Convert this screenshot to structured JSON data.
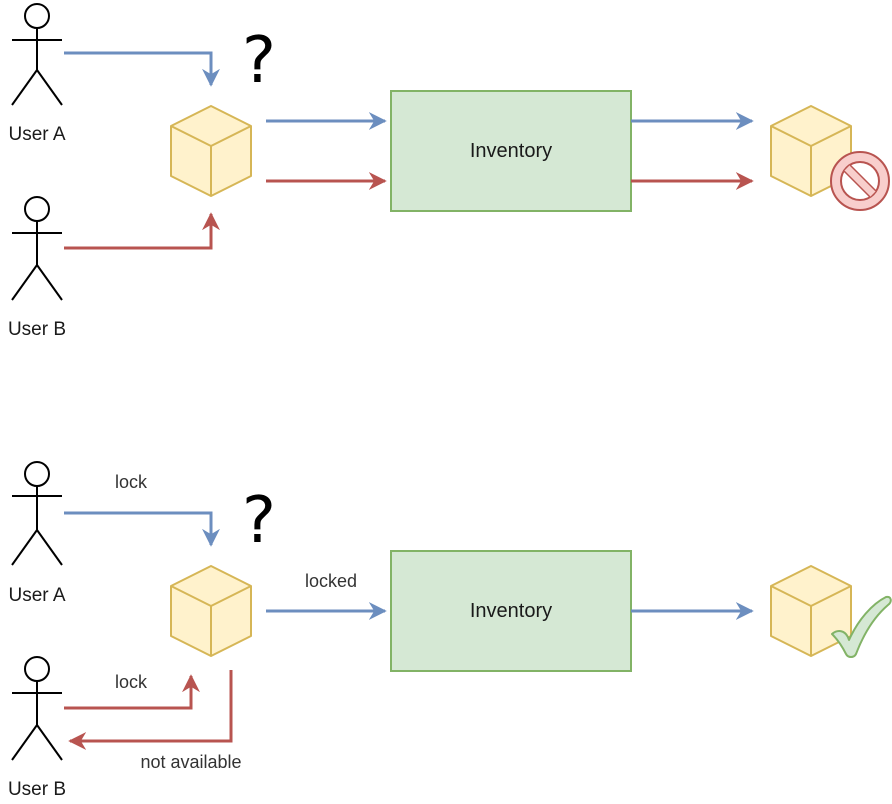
{
  "colors": {
    "blue": "#6c8ebf",
    "red": "#b85450",
    "inventory_fill": "#d5e8d4",
    "inventory_stroke": "#82b366",
    "cube_fill": "#fff2cc",
    "cube_stroke": "#d6b656",
    "no_fill": "#f8cecc",
    "no_stroke": "#b85450",
    "check_fill": "#d5e8d4",
    "check_stroke": "#82b366"
  },
  "top": {
    "user_a": "User A",
    "user_b": "User B",
    "question": "?",
    "inventory": "Inventory"
  },
  "bottom": {
    "user_a": "User A",
    "user_b": "User B",
    "question": "?",
    "inventory": "Inventory",
    "lock_a": "lock",
    "lock_b": "lock",
    "locked": "locked",
    "not_available": "not available"
  }
}
